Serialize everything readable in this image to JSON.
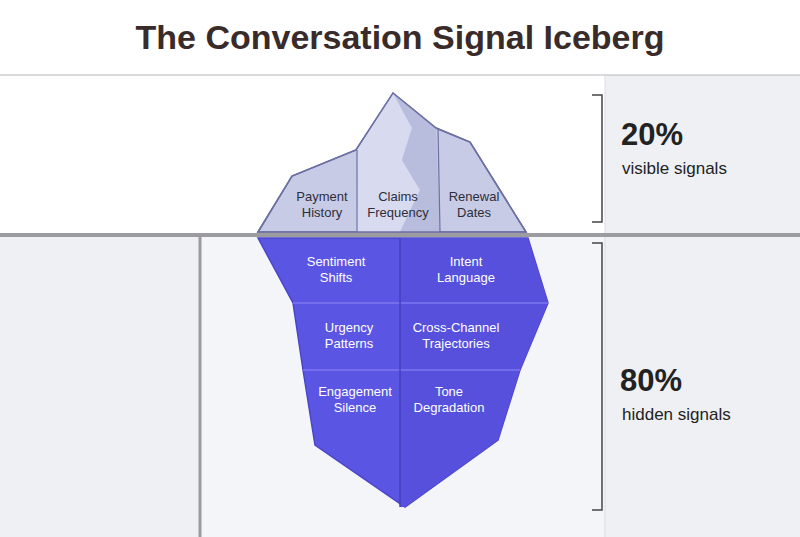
{
  "diagram": {
    "title": "The Conversation Signal Iceberg",
    "nodes": [
      {
        "text": [
          "Payment History"
        ]
      },
      {
        "text": [
          "Claims Frequency"
        ]
      },
      {
        "text": [
          "Renewal Dates"
        ]
      },
      {
        "text": [
          "Sentiment Shifts"
        ]
      },
      {
        "text": [
          "Intent Language"
        ]
      },
      {
        "text": [
          "Urgency Patterns"
        ]
      },
      {
        "text": [
          "Cross-Channel Trajectories"
        ]
      },
      {
        "text": [
          "Engagement Silence"
        ]
      },
      {
        "text": [
          "Tone Degradation"
        ]
      }
    ],
    "labels": [
      "20%",
      "visible signals",
      "80%",
      "hidden signals"
    ]
  }
}
